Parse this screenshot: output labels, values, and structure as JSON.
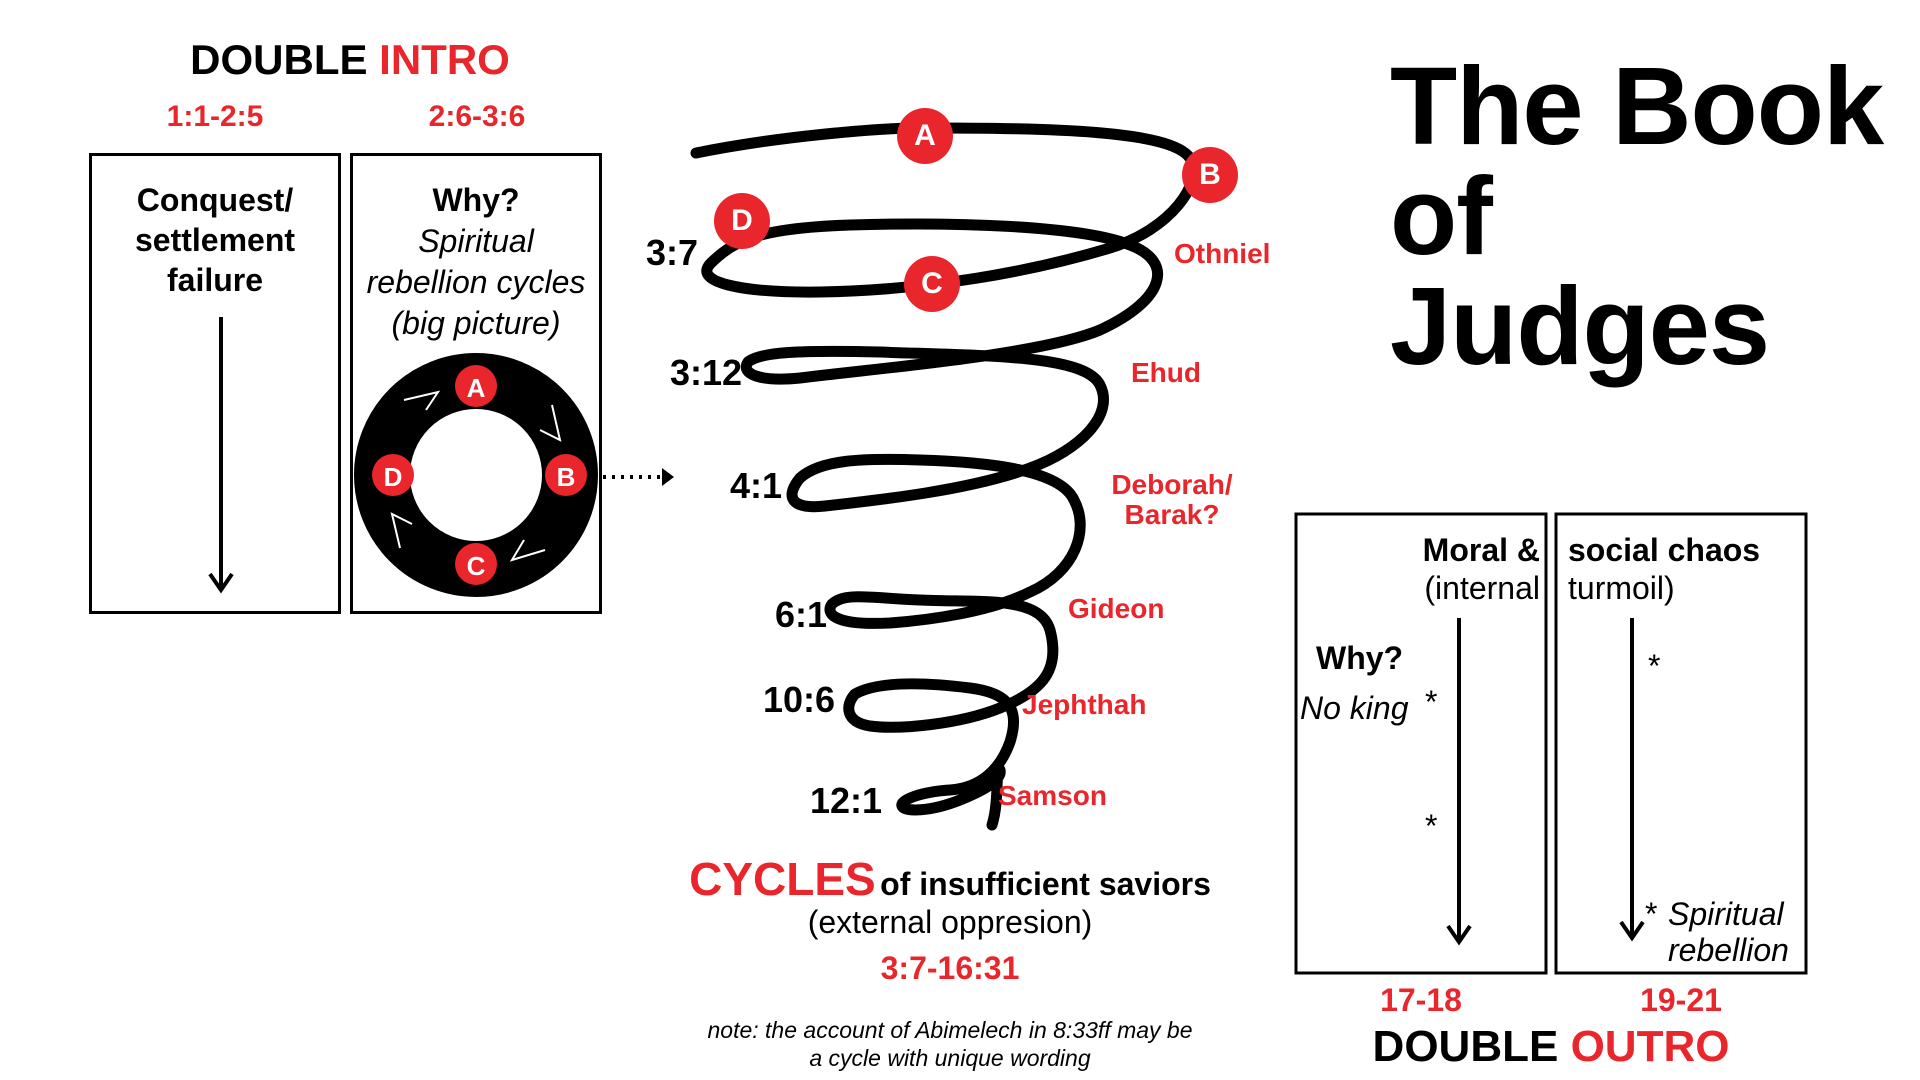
{
  "title": {
    "line1": "The Book",
    "line2": "of Judges"
  },
  "intro": {
    "heading_black": "DOUBLE",
    "heading_red": "INTRO",
    "ref1": "1:1-2:5",
    "ref2": "2:6-3:6",
    "box1_lines": [
      "Conquest/",
      "settlement",
      "failure"
    ],
    "box2_heading": "Why?",
    "box2_lines": [
      "Spiritual",
      "rebellion cycles",
      "(big picture)"
    ],
    "cycle_labels": [
      "A",
      "B",
      "C",
      "D"
    ]
  },
  "spiral": {
    "letters": [
      "A",
      "B",
      "C",
      "D"
    ],
    "refs": [
      "3:7",
      "3:12",
      "4:1",
      "6:1",
      "10:6",
      "12:1"
    ],
    "judges": [
      "Othniel",
      "Ehud",
      "Deborah/",
      "Barak?",
      "Gideon",
      "Jephthah",
      "Samson"
    ]
  },
  "cycles": {
    "word_red": "CYCLES",
    "word_rest": "of insufficient saviors",
    "subtitle": "(external oppresion)",
    "ref": "3:7-16:31",
    "note_line1": "note: the account of Abimelech in 8:33ff may be",
    "note_line2": "a cycle with unique wording"
  },
  "outro": {
    "box1_line1": "Moral &",
    "box1_line2": "(internal",
    "box2_line1": "social chaos",
    "box2_line2": "turmoil)",
    "why": "Why?",
    "no_king": "No king",
    "asterisk": "*",
    "spiritual": "Spiritual",
    "rebellion": "rebellion",
    "ref1": "17-18",
    "ref2": "19-21",
    "heading_black": "DOUBLE",
    "heading_red": "OUTRO"
  },
  "colors": {
    "accent": "#e8262b",
    "ink": "#000000"
  }
}
